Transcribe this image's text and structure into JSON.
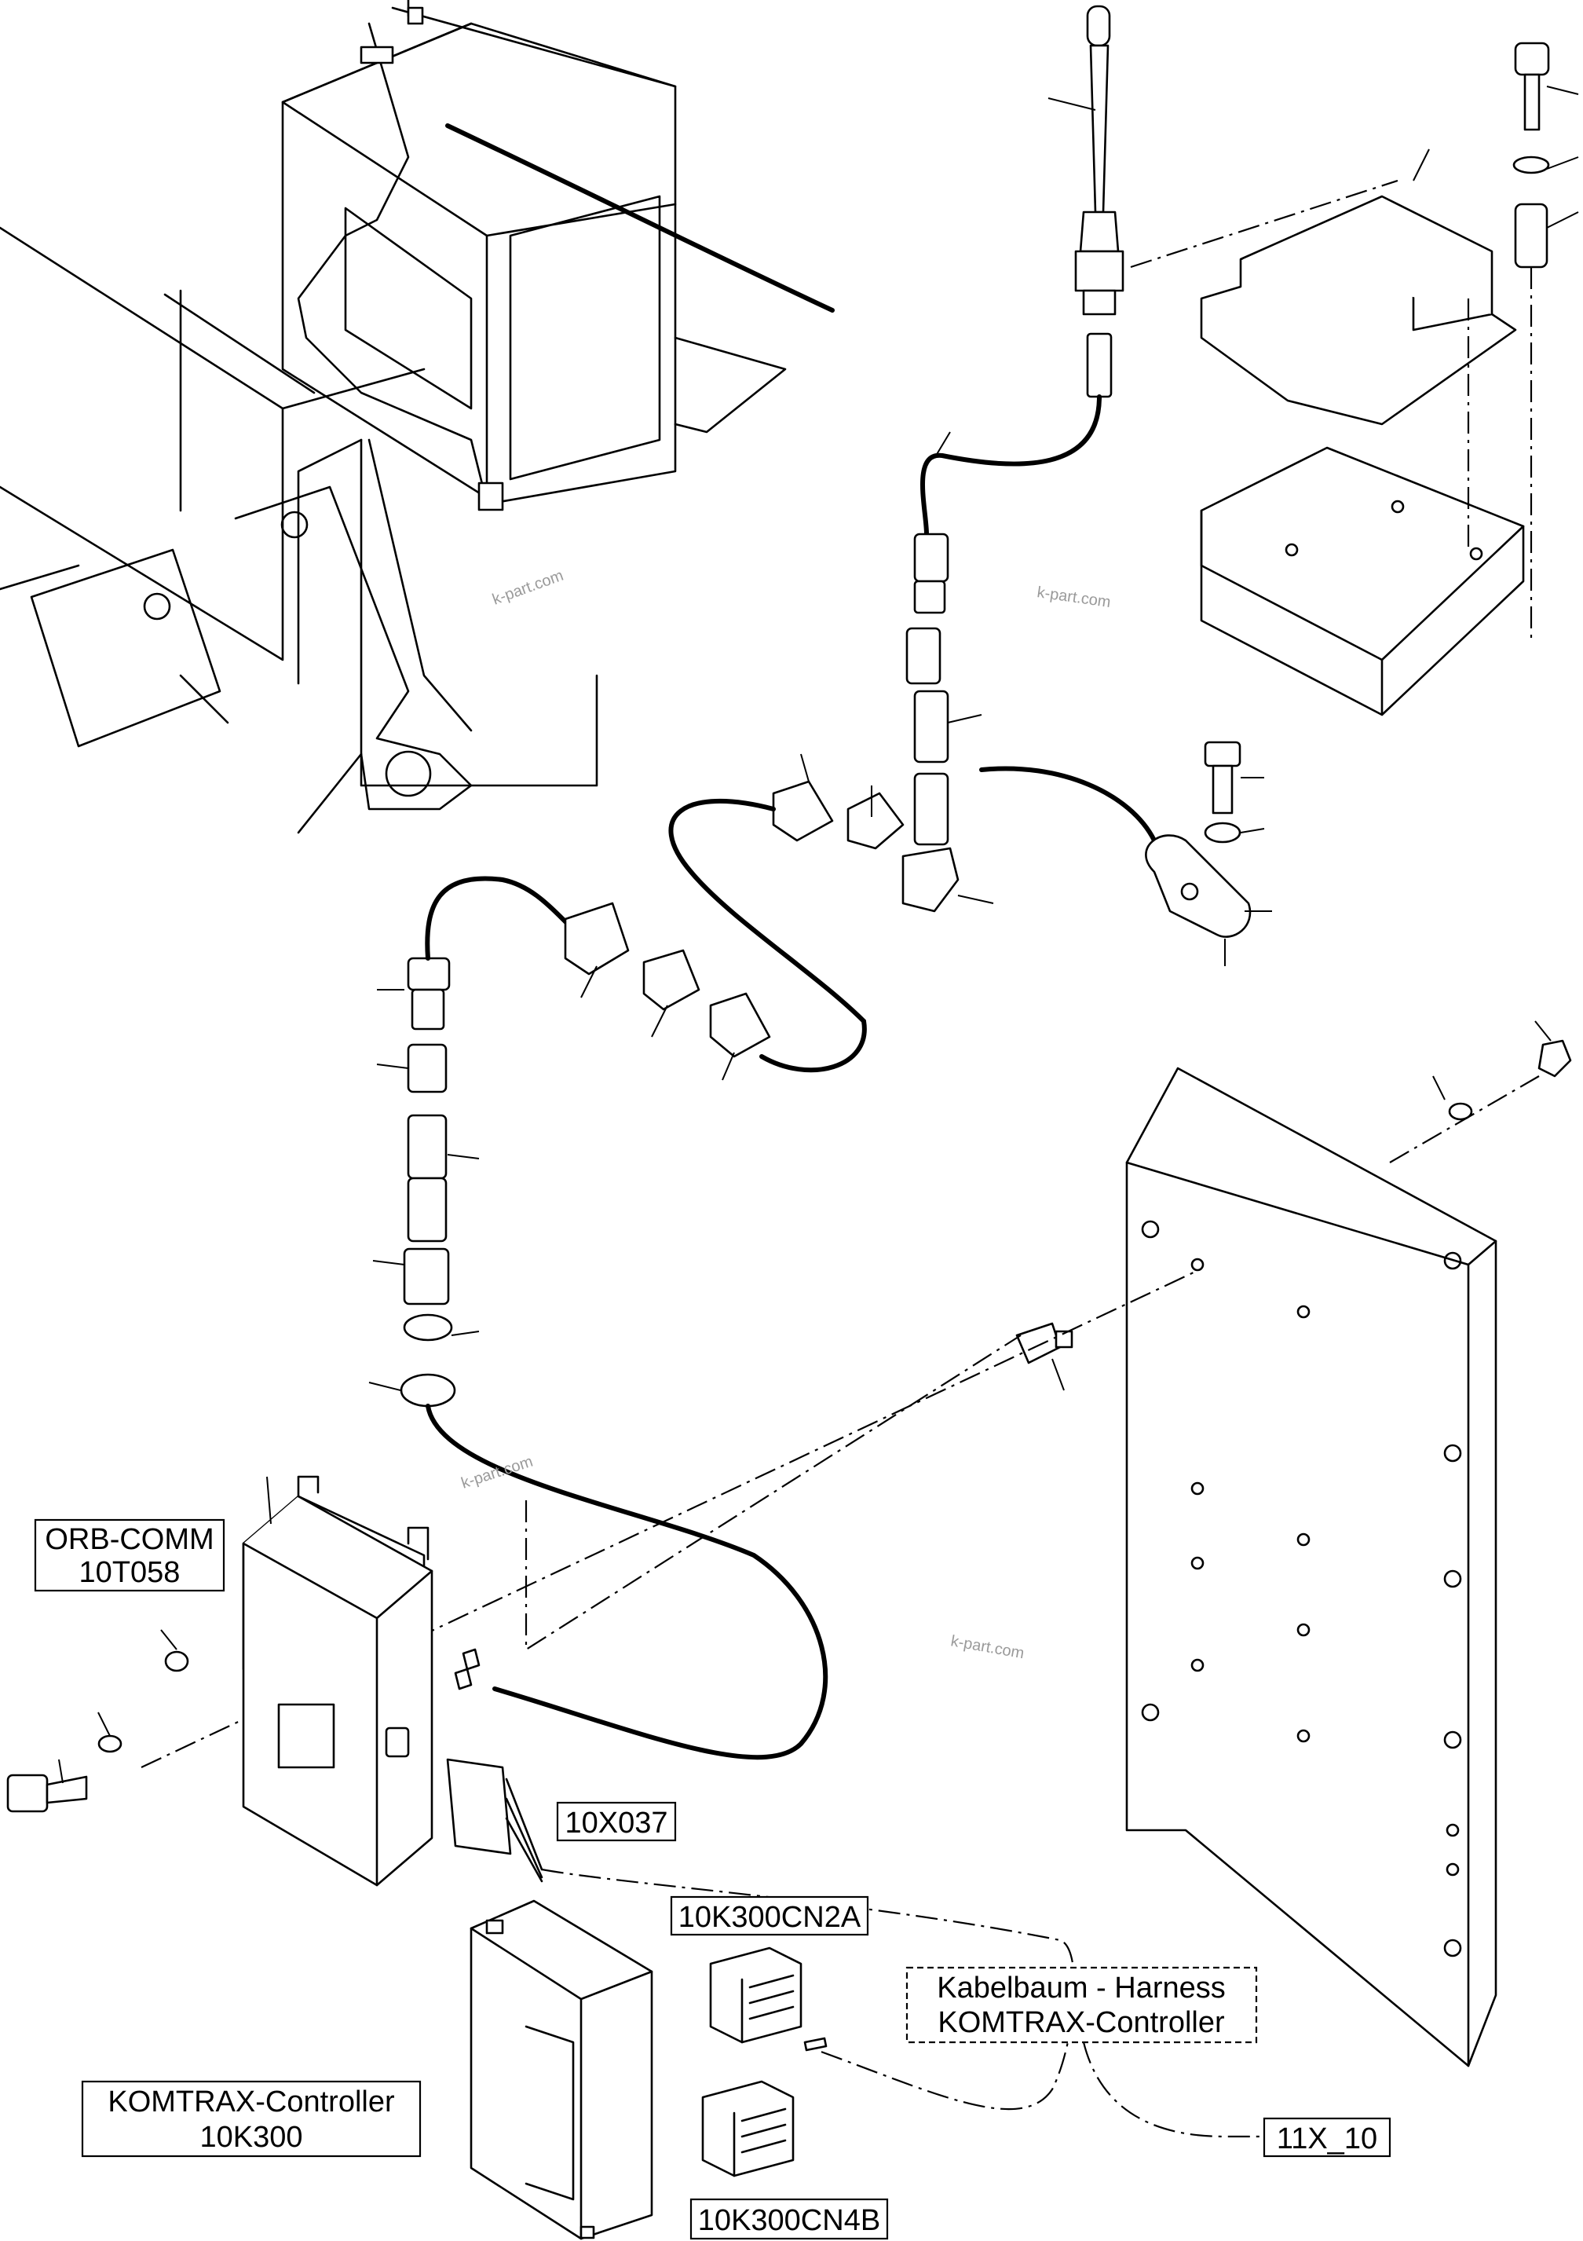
{
  "labels": {
    "orbcomm_line1": "ORB-COMM",
    "orbcomm_line2": "10T058",
    "connector_10x037": "10X037",
    "connector_cn2a": "10K300CN2A",
    "connector_cn4b": "10K300CN4B",
    "harness_line1": "Kabelbaum - Harness",
    "harness_line2": "KOMTRAX-Controller",
    "controller_line1": "KOMTRAX-Controller",
    "controller_line2": "10K300",
    "connector_11x10": "11X_10"
  },
  "watermarks": [
    "k-part.com",
    "k-part.com",
    "k-part.com",
    "k-part.com"
  ]
}
